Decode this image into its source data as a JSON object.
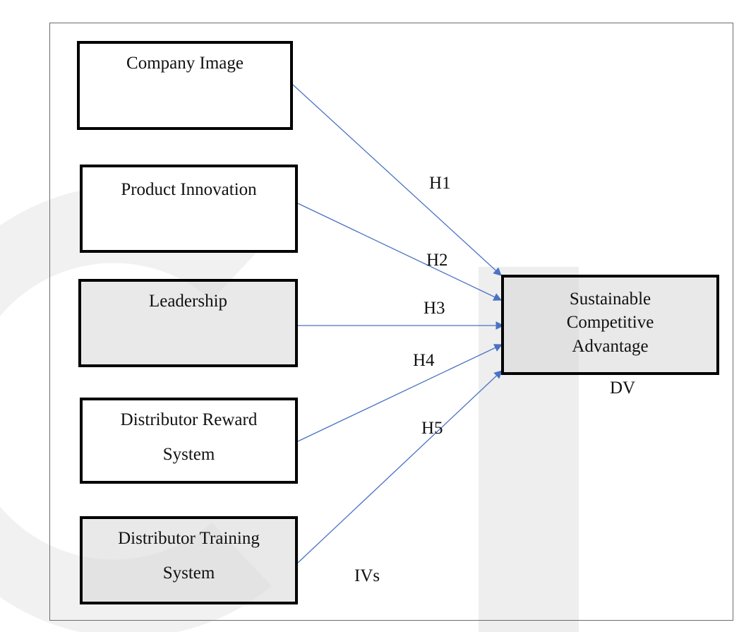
{
  "diagram": {
    "independent_variables": [
      {
        "lines": [
          "Company Image"
        ]
      },
      {
        "lines": [
          "Product Innovation"
        ]
      },
      {
        "lines": [
          "Leadership"
        ]
      },
      {
        "lines": [
          "Distributor Reward",
          "System"
        ]
      },
      {
        "lines": [
          "Distributor Training",
          "System"
        ]
      }
    ],
    "dependent_variable": {
      "lines": [
        "Sustainable",
        "Competitive",
        "Advantage"
      ]
    },
    "hypotheses": [
      "H1",
      "H2",
      "H3",
      "H4",
      "H5"
    ],
    "group_labels": {
      "dv": "DV",
      "ivs": "IVs"
    },
    "colors": {
      "arrow": "#4a72c4",
      "box_border": "#000000",
      "frame": "#6b6b6b",
      "shaded_box": "#d7d7d7"
    }
  }
}
